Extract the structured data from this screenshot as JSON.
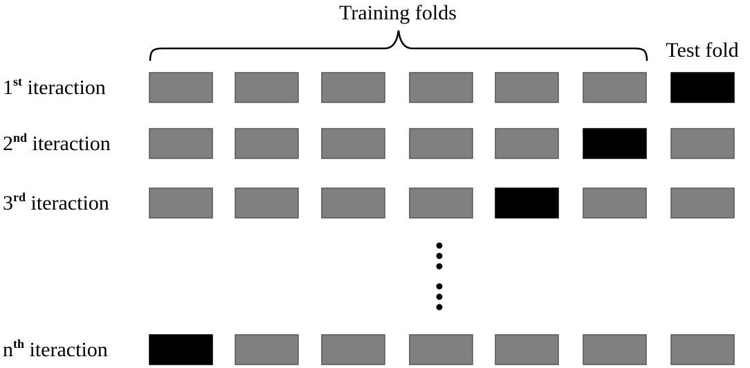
{
  "header": {
    "training_label": "Training folds",
    "test_label": "Test fold"
  },
  "colors": {
    "train": "#808080",
    "test": "#000000",
    "border": "#555555"
  },
  "folds_per_row": 7,
  "rows": [
    {
      "num": "1",
      "sup": "st",
      "text": " iteraction",
      "test_index": 6
    },
    {
      "num": "2",
      "sup": "nd",
      "text": " iteraction",
      "test_index": 5
    },
    {
      "num": "3",
      "sup": "rd",
      "text": " iteraction",
      "test_index": 4
    },
    {
      "num": "n",
      "sup": "th",
      "text": " iteraction",
      "test_index": 0
    }
  ]
}
